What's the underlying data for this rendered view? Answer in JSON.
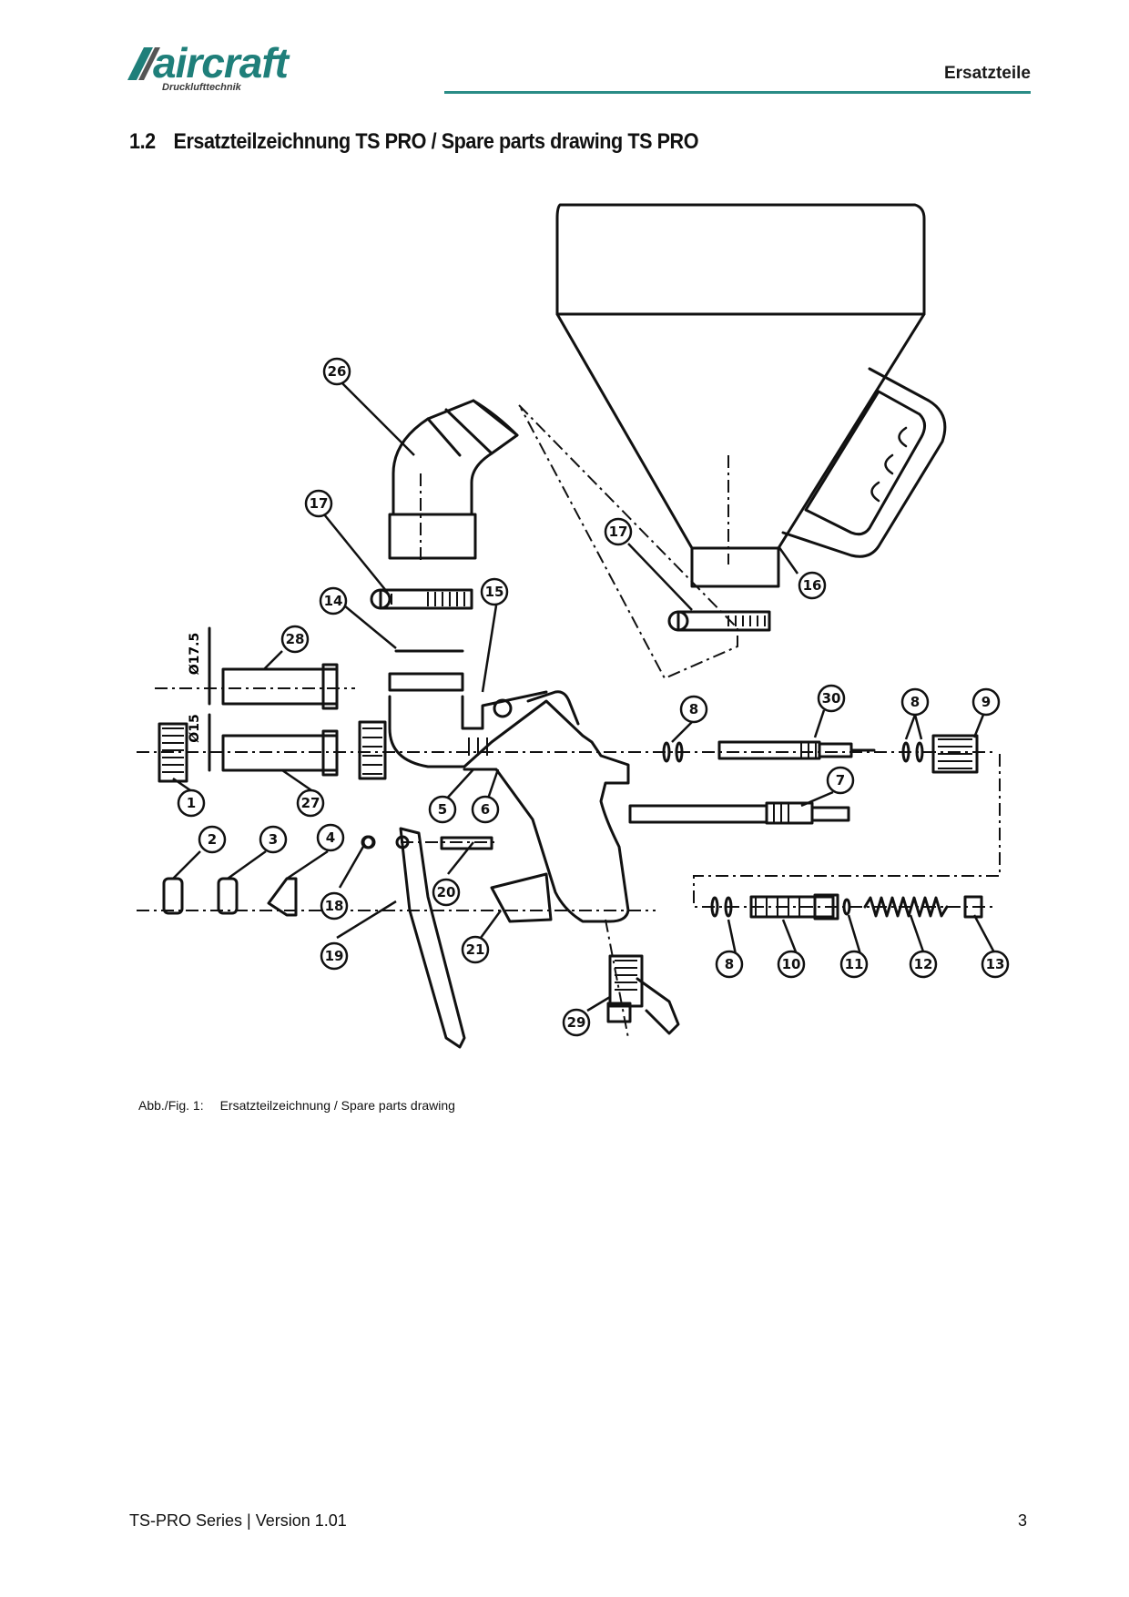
{
  "header": {
    "logo_text": "aircraft",
    "logo_subtitle": "Drucklufttechnik",
    "section_label": "Ersatzteile",
    "brand_color": "#2a8c86"
  },
  "heading": {
    "number": "1.2",
    "title": "Ersatzteilzeichnung TS PRO / Spare parts drawing TS PRO"
  },
  "figure": {
    "dimensions": {
      "d175": "Ø17.5",
      "d15": "Ø15"
    },
    "part_numbers": [
      "1",
      "2",
      "3",
      "4",
      "5",
      "6",
      "7",
      "8",
      "9",
      "10",
      "11",
      "12",
      "13",
      "14",
      "15",
      "16",
      "17",
      "18",
      "19",
      "20",
      "21",
      "26",
      "27",
      "28",
      "29",
      "30"
    ],
    "caption_label": "Abb./Fig. 1:",
    "caption_text": "Ersatzteilzeichnung / Spare parts drawing"
  },
  "footer": {
    "series": "TS-PRO Series | Version 1.01",
    "page_number": "3"
  }
}
